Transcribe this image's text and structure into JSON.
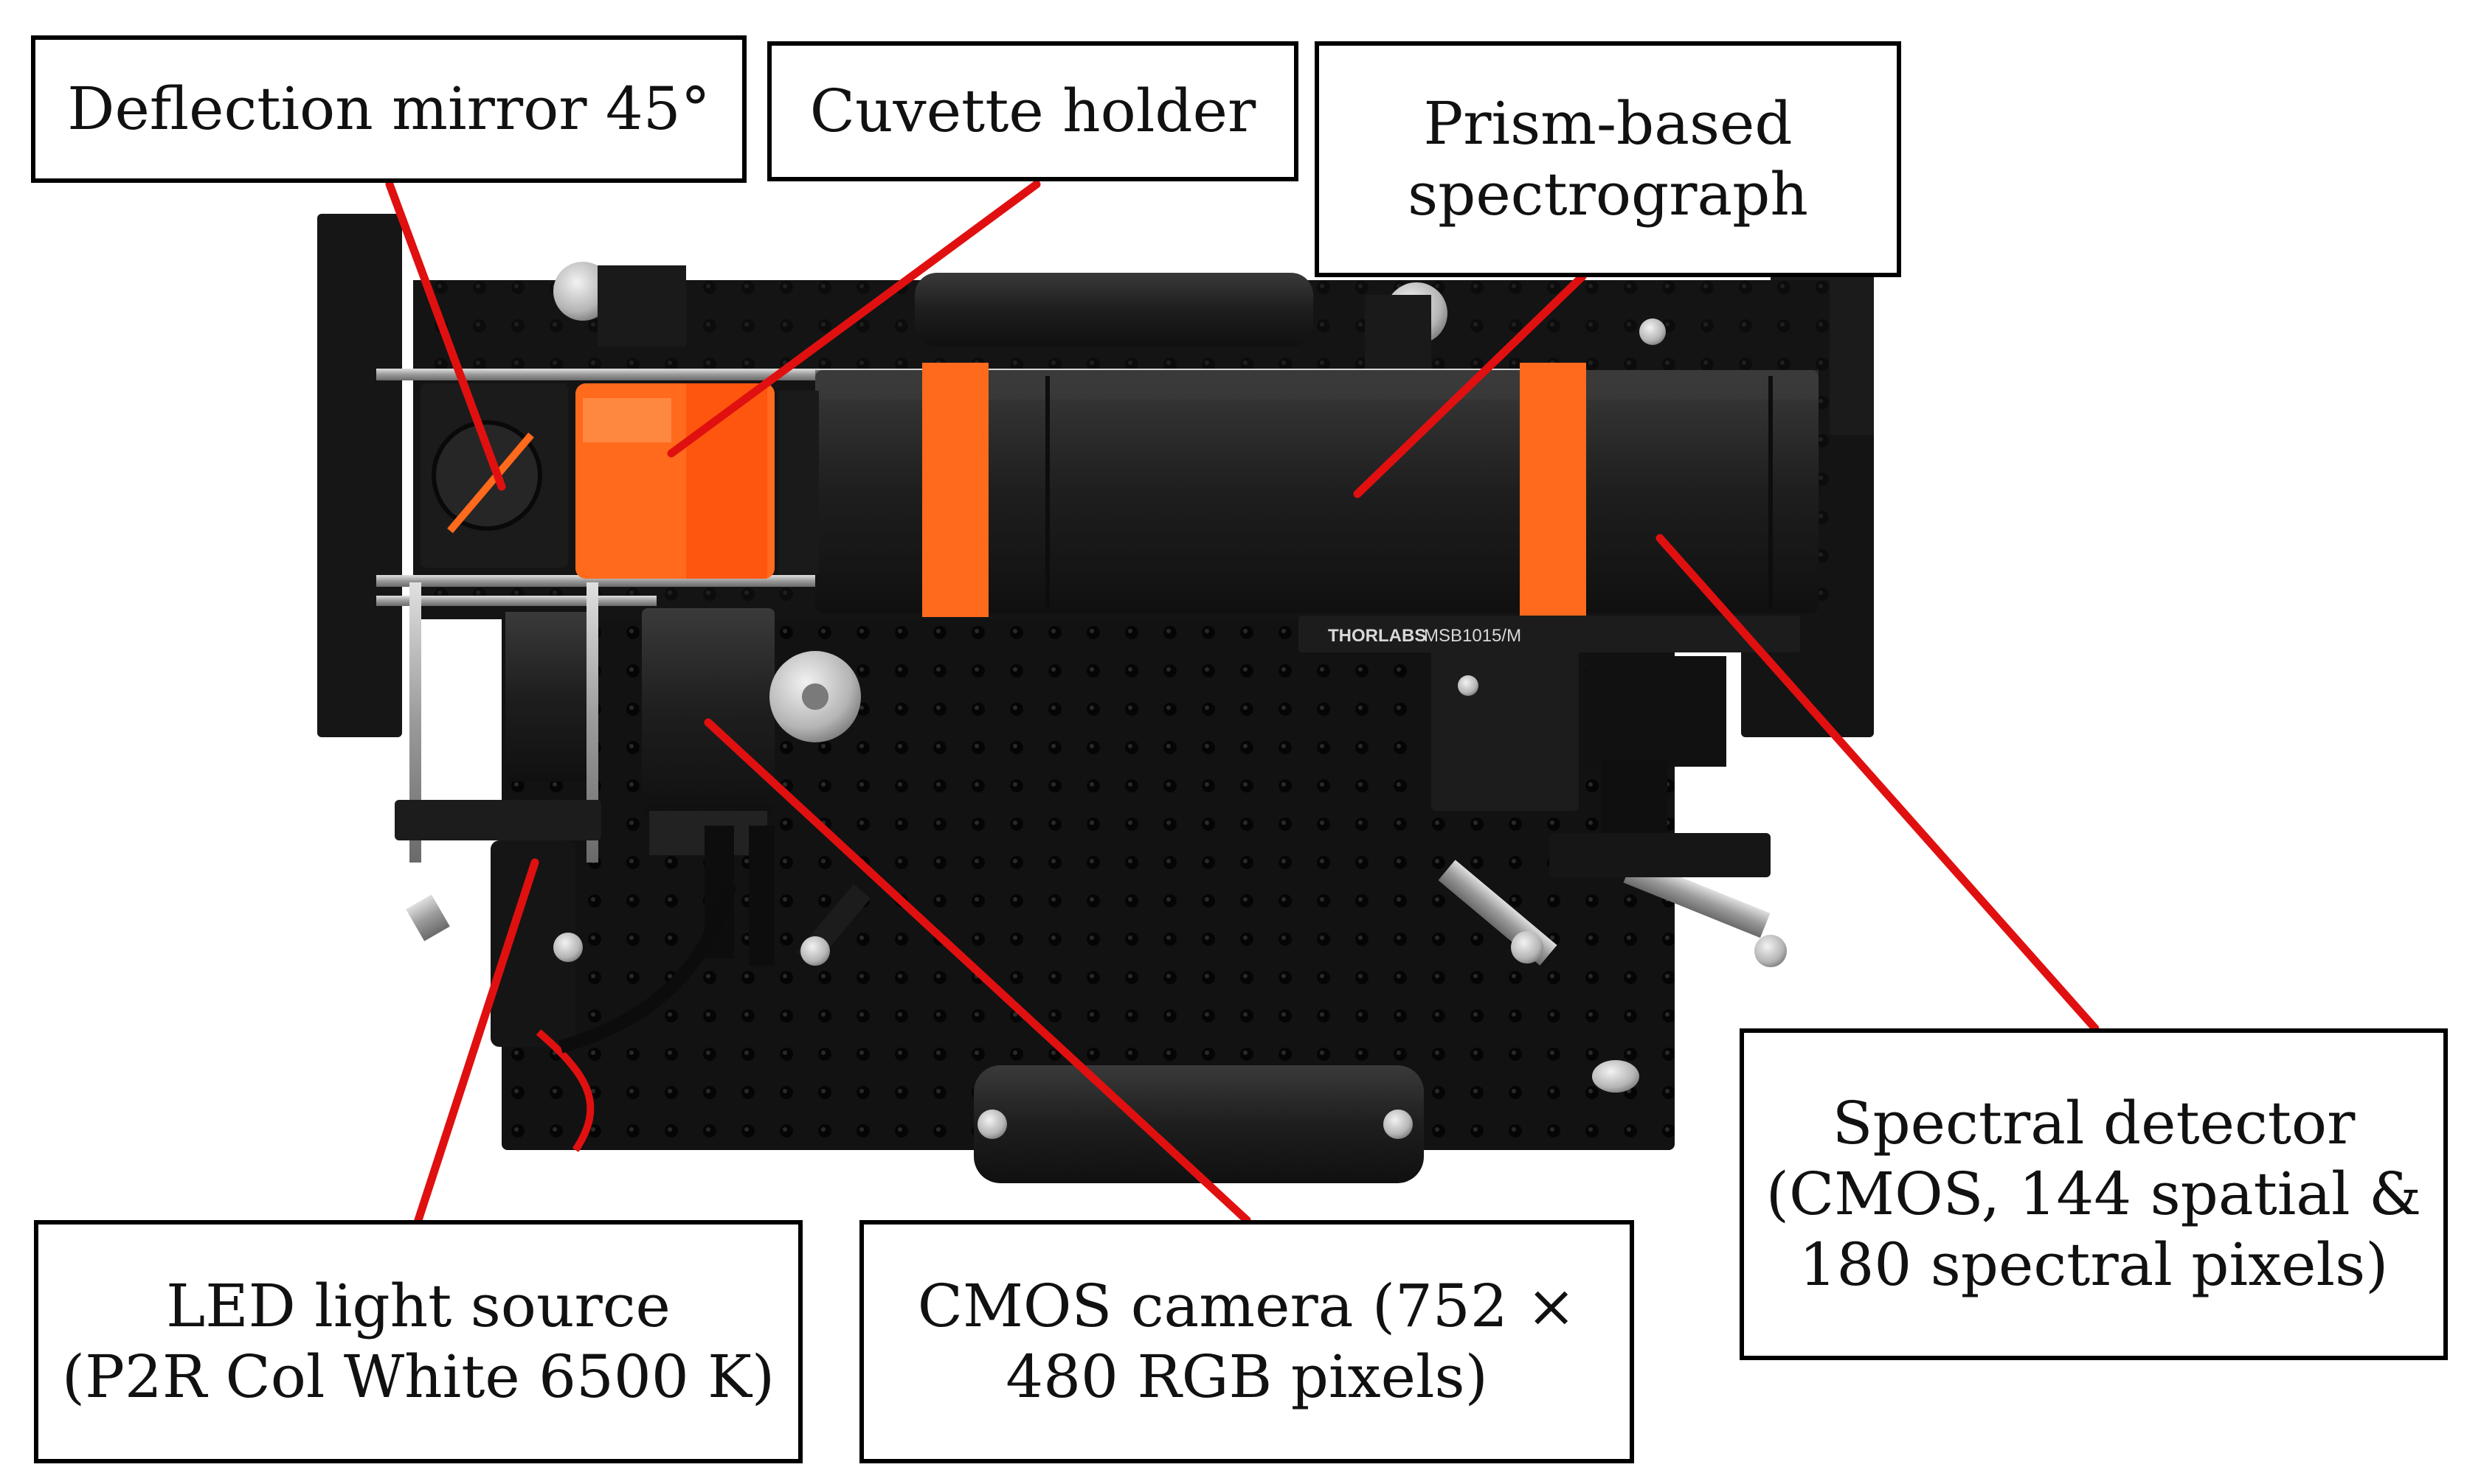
{
  "labels": {
    "deflection_mirror": [
      "Deflection mirror 45°"
    ],
    "cuvette_holder": [
      "Cuvette holder"
    ],
    "spectrograph": [
      "Prism-based",
      "spectrograph"
    ],
    "spectral_detector": [
      "Spectral detector",
      "(CMOS, 144 spatial &",
      "180 spectral pixels)"
    ],
    "led_source": [
      "LED light source",
      "(P2R Col White 6500 K)"
    ],
    "cmos_camera": [
      "CMOS camera (752 ×",
      "480 RGB pixels)"
    ]
  },
  "engraving": {
    "brand": "THORLABS",
    "part": "MSB1015/M"
  },
  "colors": {
    "leader_line": "#e01010",
    "breadboard": "#121212",
    "tape": "#ff6a1c",
    "housing": "#1e1e1e",
    "metal": "#b8b8b8"
  }
}
